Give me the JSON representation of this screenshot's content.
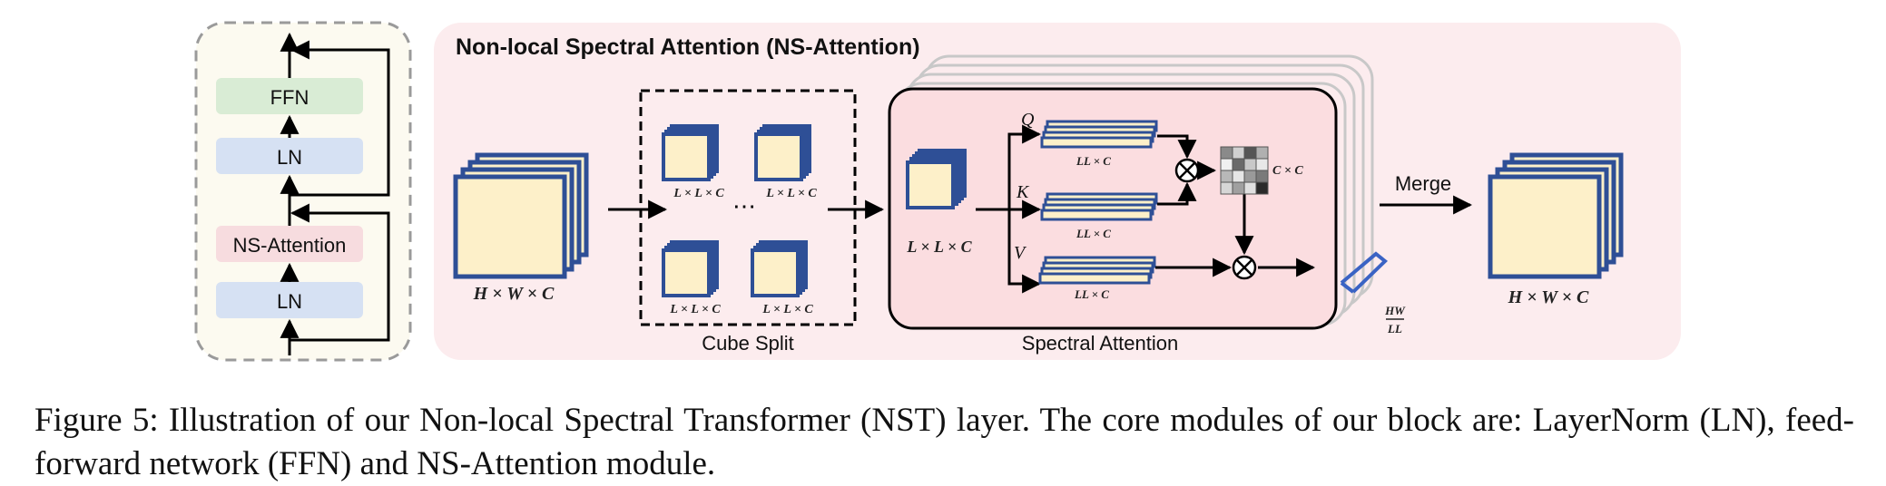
{
  "figure": {
    "layer_stack": {
      "ffn": "FFN",
      "ln_top": "LN",
      "ns_attention": "NS-Attention",
      "ln_bottom": "LN"
    },
    "module_title": "Non-local Spectral Attention (NS-Attention)",
    "input_label": "H × W × C",
    "cube_split": {
      "title": "Cube Split",
      "cube_label": "L × L × C",
      "ellipsis": "⋯"
    },
    "spectral_attention": {
      "title": "Spectral Attention",
      "input_label": "L × L × C",
      "q": "Q",
      "k": "K",
      "v": "V",
      "token_label": "LL × C",
      "matrix_label": "C × C",
      "repeat_numerator": "HW",
      "repeat_denominator": "LL"
    },
    "merge_label": "Merge",
    "output_label": "H × W × C"
  },
  "caption": {
    "text": "Figure 5: Illustration of our Non-local Spectral Transformer (NST) layer. The core modules of our block are: LayerNorm (LN), feed-forward network (FFN) and NS-Attention module."
  },
  "colors": {
    "cube_fill": "#fdf0c9",
    "cube_stroke": "#2e4f96",
    "ffn_fill": "#d9ecd5",
    "ln_fill": "#d6e1f3",
    "ns_fill": "#f7dcdf",
    "module_bg": "#fcecee",
    "attention_bg": "#fbdde0",
    "stack_bg": "#fcfaf0"
  }
}
